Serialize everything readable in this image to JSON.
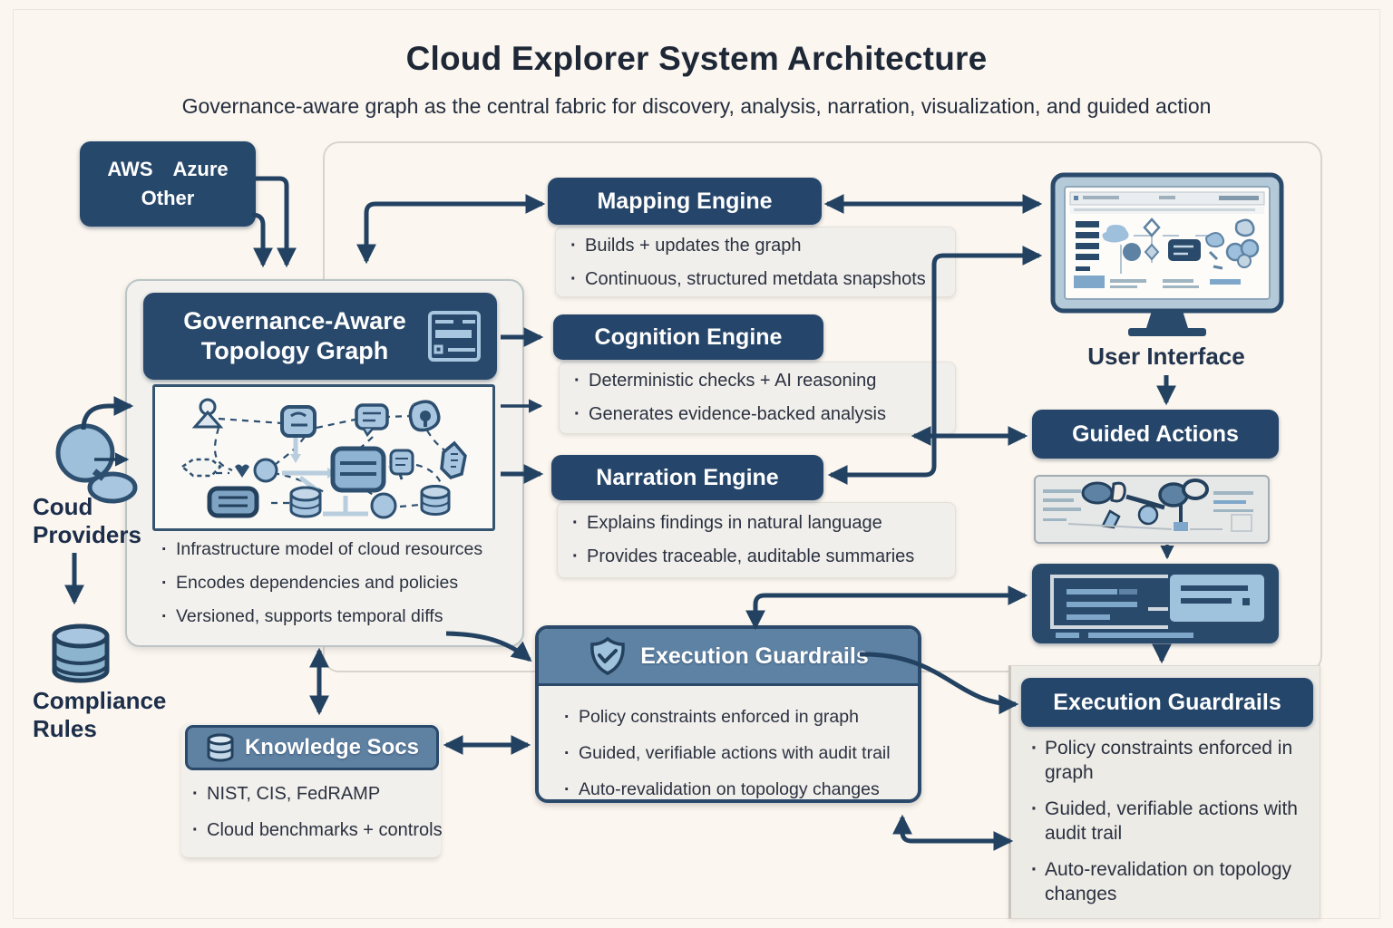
{
  "page": {
    "title": "Cloud Explorer System Architecture",
    "subtitle": "Governance-aware graph as the central fabric for discovery, analysis, narration, visualization, and guided action"
  },
  "providers_box": {
    "labels": [
      "AWS",
      "Azure",
      "Other"
    ]
  },
  "cloud_providers": {
    "label_line1": "Coud",
    "label_line2": "Providers"
  },
  "compliance_rules": {
    "label_line1": "Compliance",
    "label_line2": "Rules"
  },
  "topology_graph": {
    "title_line1": "Governance-Aware",
    "title_line2": "Topology Graph",
    "bullets": [
      "Infrastructure model of cloud resources",
      "Encodes dependencies and policies",
      "Versioned, supports temporal diffs"
    ]
  },
  "mapping_engine": {
    "title": "Mapping Engine",
    "bullets": [
      "Builds + updates the graph",
      "Continuous, structured metdata snapshots"
    ]
  },
  "cognition_engine": {
    "title": "Cognition Engine",
    "bullets": [
      "Deterministic checks + AI reasoning",
      "Generates evidence-backed analysis"
    ]
  },
  "narration_engine": {
    "title": "Narration Engine",
    "bullets": [
      "Explains findings in natural language",
      "Provides traceable, auditable summaries"
    ]
  },
  "user_interface": {
    "label": "User Interface"
  },
  "guided_actions": {
    "label": "Guided Actions"
  },
  "execution_guardrails_center": {
    "title": "Execution Guardrails",
    "bullets": [
      "Policy constraints enforced in graph",
      "Guided, verifiable actions with audit trail",
      "Auto-revalidation on topology changes"
    ]
  },
  "execution_guardrails_right": {
    "title": "Execution Guardrails",
    "bullets": [
      "Policy constraints enforced in graph",
      "Guided, verifiable actions with audit trail",
      "Auto-revalidation on topology changes"
    ]
  },
  "knowledge_socs": {
    "title": "Knowledge Socs",
    "bullets": [
      "NIST, CIS, FedRAMP",
      "Cloud benchmarks + controls"
    ]
  },
  "colors": {
    "navy": "#25466a",
    "steel": "#5e82a3",
    "arrow": "#234262",
    "node_fill": "#a9c6e0"
  }
}
